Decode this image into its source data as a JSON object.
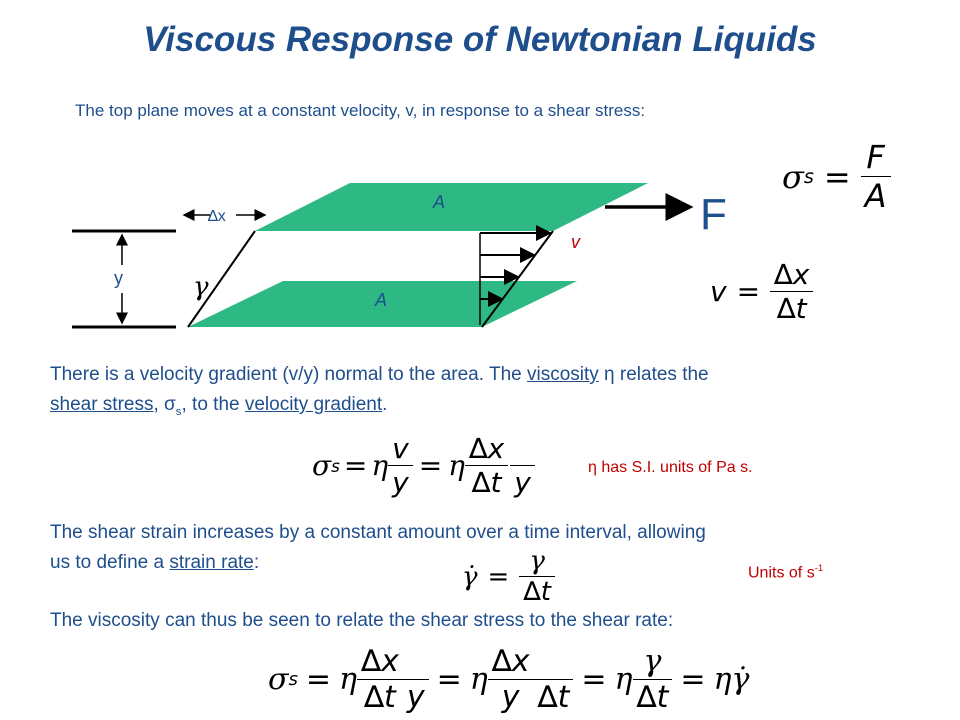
{
  "title": "Viscous Response of Newtonian Liquids",
  "intro": "The top plane moves at a constant velocity, v, in response to a shear stress:",
  "diagram": {
    "area_top": "A",
    "area_bottom": "A",
    "dx_label": "∆x",
    "y_label": "y",
    "gamma_label": "γ",
    "v_label": "v",
    "force_label": "F",
    "colors": {
      "plate": "#2db884",
      "text_blue": "#1f4e8c",
      "accent_red": "#c00000"
    }
  },
  "eq_stress": {
    "sigma": "σ",
    "sub": "s",
    "eq": "=",
    "num": "F",
    "den": "A"
  },
  "eq_velocity": {
    "lhs": "v",
    "eq": "=",
    "num": "∆x",
    "den": "∆t"
  },
  "gradient_text": {
    "part1": "There is a velocity gradient (v/y) normal to the area.  The ",
    "viscosity": "viscosity",
    "part2": " η relates the",
    "shear_stress": "shear stress",
    "part3": ", σ",
    "sub": "s",
    "part4": ", to the ",
    "velocity_gradient": "velocity gradient",
    "part5": "."
  },
  "eq_main": {
    "sigma": "σ",
    "sub": "s",
    "eq1": "=",
    "eta1": "η",
    "num1": "v",
    "den1": "y",
    "eq2": "=",
    "eta2": "η",
    "num2": "∆x",
    "den2": "∆t",
    "num3": "",
    "den3": "y"
  },
  "units_note": "η has S.I. units of Pa s.",
  "strain_text": {
    "line1": "The shear strain increases by a constant amount over a time interval, allowing",
    "line2a": "us to define a ",
    "strain_rate": "strain rate",
    "line2b": ":"
  },
  "eq_strain": {
    "lhs": "γ̇",
    "eq": "=",
    "num": "γ",
    "den": "∆t"
  },
  "units_strain": {
    "text": "Units of s",
    "sup": "-1"
  },
  "final_text": "The viscosity can thus be seen to relate the shear stress to the shear rate:",
  "eq_final": {
    "sigma": "σ",
    "sub": "s",
    "eq1": "=",
    "eta1": "η",
    "num1": "∆x",
    "den1": "∆t",
    "num1b": "",
    "den1b": "y",
    "eq2": "=",
    "eta2": "η",
    "num2": "∆x",
    "den2": "y",
    "num2b": "",
    "den2b": "∆t",
    "eq3": "=",
    "eta3": "η",
    "num3": "γ",
    "den3": "∆t",
    "eq4": "=",
    "eta4": "η",
    "gdot": "γ̇"
  }
}
